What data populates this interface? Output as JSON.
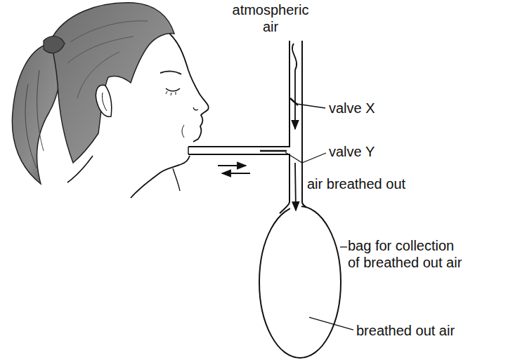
{
  "diagram": {
    "labels": [
      "atmospheric air",
      "valve X",
      "valve Y",
      "air breathed out",
      "bag for collection of breathed out air",
      "breathed out air"
    ]
  }
}
